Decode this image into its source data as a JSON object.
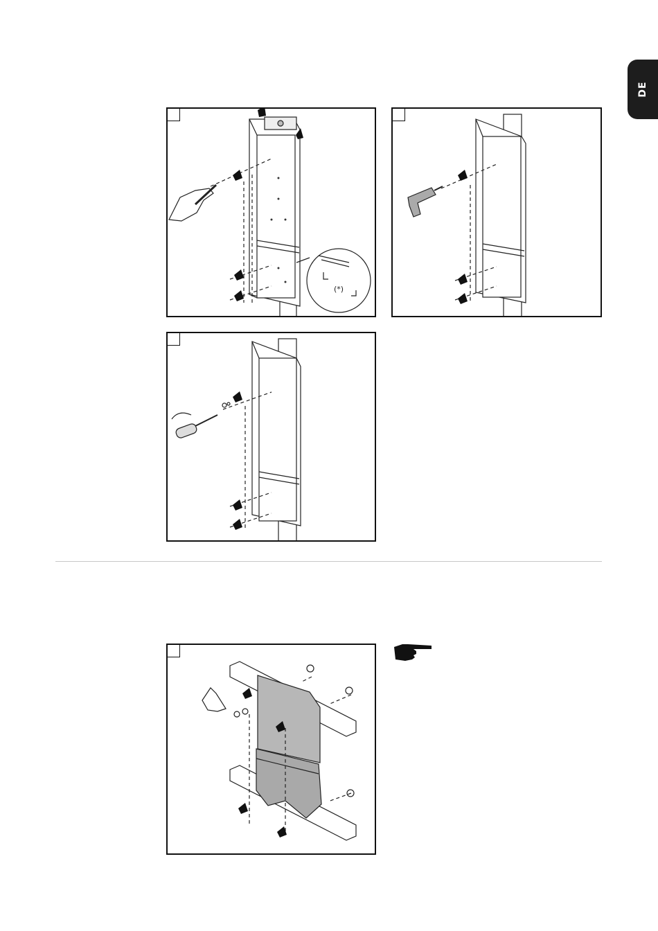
{
  "language_tab": {
    "label": "DE"
  },
  "figures": [
    {
      "id": "step-1",
      "callout_label": "(*)"
    },
    {
      "id": "step-2"
    },
    {
      "id": "step-3"
    },
    {
      "id": "step-4"
    }
  ],
  "note": {
    "icon": "pointing-hand-icon"
  }
}
